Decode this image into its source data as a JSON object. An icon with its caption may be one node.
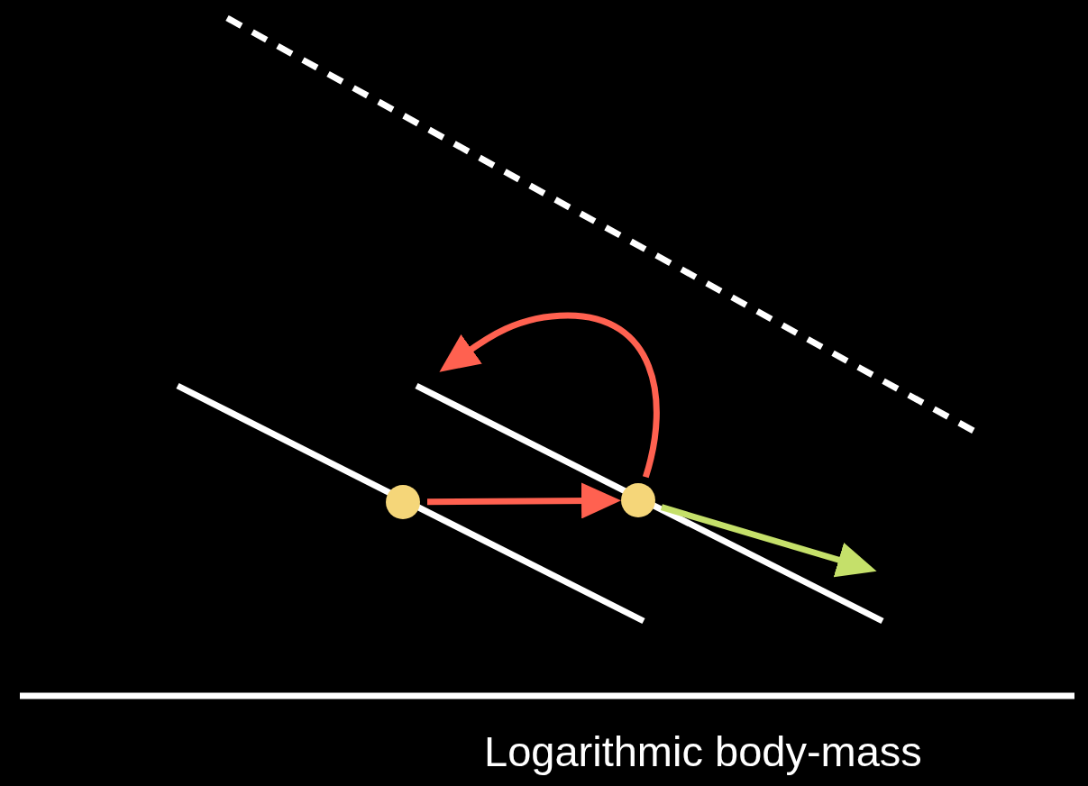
{
  "diagram": {
    "nodes": [
      {
        "text": [],
        "shape": "circle"
      },
      {
        "text": [],
        "shape": "circle"
      }
    ],
    "edges": [
      {
        "from": 0,
        "to": 1,
        "arrow": "to"
      },
      {
        "from": 1,
        "to": null,
        "arrow": "to"
      },
      {
        "from": 1,
        "to": null,
        "arrow": "to",
        "color": "#c5e06a"
      }
    ],
    "labels": [
      "Logarithmic body-mass"
    ]
  }
}
